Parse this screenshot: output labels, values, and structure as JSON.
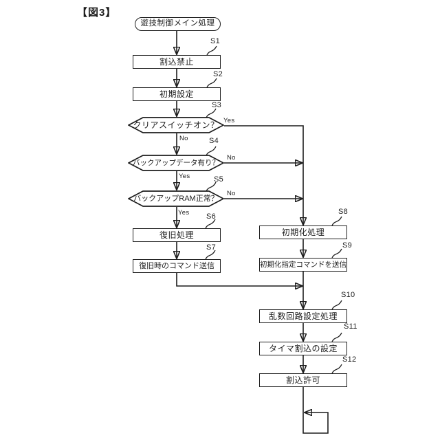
{
  "figure_label": "【図3】",
  "nodes": {
    "start": {
      "label": "遊技制御メイン処理"
    },
    "s1": {
      "id": "S1",
      "label": "割込禁止"
    },
    "s2": {
      "id": "S2",
      "label": "初期設定"
    },
    "s3": {
      "id": "S3",
      "label": "クリアスイッチオン？"
    },
    "s4": {
      "id": "S4",
      "label": "バックアップデータ有り？"
    },
    "s5": {
      "id": "S5",
      "label": "バックアップRAM正常？"
    },
    "s6": {
      "id": "S6",
      "label": "復旧処理"
    },
    "s7": {
      "id": "S7",
      "label": "復旧時のコマンド送信"
    },
    "s8": {
      "id": "S8",
      "label": "初期化処理"
    },
    "s9": {
      "id": "S9",
      "label": "初期化指定コマンドを送信"
    },
    "s10": {
      "id": "S10",
      "label": "乱数回路設定処理"
    },
    "s11": {
      "id": "S11",
      "label": "タイマ割込の設定"
    },
    "s12": {
      "id": "S12",
      "label": "割込許可"
    }
  },
  "edge_labels": {
    "s3_yes": "Yes",
    "s3_no": "No",
    "s4_no": "No",
    "s4_yes": "Yes",
    "s5_no": "No",
    "s5_yes": "Yes"
  },
  "colors": {
    "line": "#1c1c1c",
    "background": "#ffffff"
  }
}
